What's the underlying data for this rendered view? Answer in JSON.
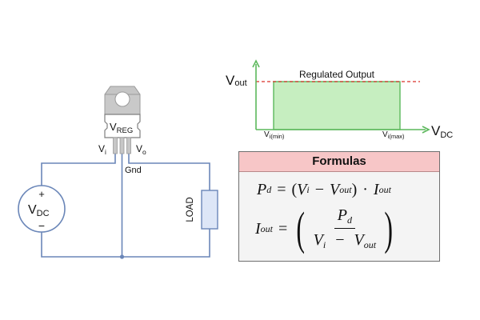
{
  "circuit": {
    "regulator_label_main": "V",
    "regulator_label_sub": "REG",
    "pin_in_main": "V",
    "pin_in_sub": "i",
    "pin_out_main": "V",
    "pin_out_sub": "o",
    "pin_gnd": "Gnd",
    "source_label_main": "V",
    "source_label_sub": "DC",
    "source_plus": "+",
    "source_minus": "−",
    "load_label": "LOAD"
  },
  "graph": {
    "y_axis_main": "V",
    "y_axis_sub": "out",
    "x_axis_main": "V",
    "x_axis_sub": "DC",
    "region_label": "Regulated Output",
    "tick_min_main": "V",
    "tick_min_sub": "i(min)",
    "tick_max_main": "V",
    "tick_max_sub": "i(max)",
    "region_fill": "#c6eec0",
    "region_stroke": "#5cb85c",
    "limit_line_color": "#d9302b"
  },
  "formulas": {
    "title": "Formulas",
    "header_color": "#f7c6c7",
    "eq1": {
      "lhs": "P",
      "lhs_sub": "d",
      "eq": "=",
      "open": "(",
      "a": "V",
      "a_sub": "i",
      "minus": "−",
      "b": "V",
      "b_sub": "out",
      "close": ")",
      "dot": "·",
      "c": "I",
      "c_sub": "out"
    },
    "eq2": {
      "lhs": "I",
      "lhs_sub": "out",
      "eq": "=",
      "num": "P",
      "num_sub": "d",
      "den_a": "V",
      "den_a_sub": "i",
      "den_minus": "−",
      "den_b": "V",
      "den_b_sub": "out"
    }
  }
}
